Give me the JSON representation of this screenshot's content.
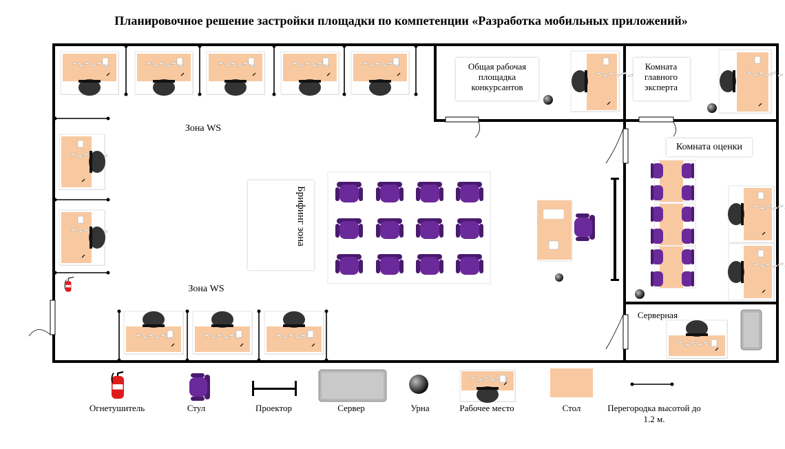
{
  "title": "Планировочное решение застройки площадки по компетенции «Разработка мобильных приложений»",
  "zones": {
    "ws_top": "Зона WS",
    "ws_bottom": "Зона WS",
    "briefing": "Брифинг зона",
    "common_work": "Общая рабочая площадка конкурсантов",
    "chief_expert": "Комната главного эксперта",
    "assessment": "Комната оценки",
    "server_room": "Серверная"
  },
  "legend": {
    "extinguisher": "Огнетушитель",
    "chair": "Стул",
    "projector": "Проектор",
    "server": "Сервер",
    "bin": "Урна",
    "workstation": "Рабочее место",
    "table": "Стол",
    "partition": "Перегородка высотой до 1.2 м."
  },
  "colors": {
    "wall": "#000000",
    "desk": "#f8c9a0",
    "chair_purple": "#6a2a9a",
    "chair_dark": "#333333",
    "extinguisher": "#e01b1b",
    "server": "#b7b7b7"
  },
  "icons": {
    "extinguisher": "fire-extinguisher-icon",
    "chair": "chair-icon",
    "projector": "projector-icon",
    "server": "server-icon",
    "bin": "bin-icon",
    "workstation": "workstation-icon",
    "table": "table-icon",
    "partition": "partition-icon"
  }
}
